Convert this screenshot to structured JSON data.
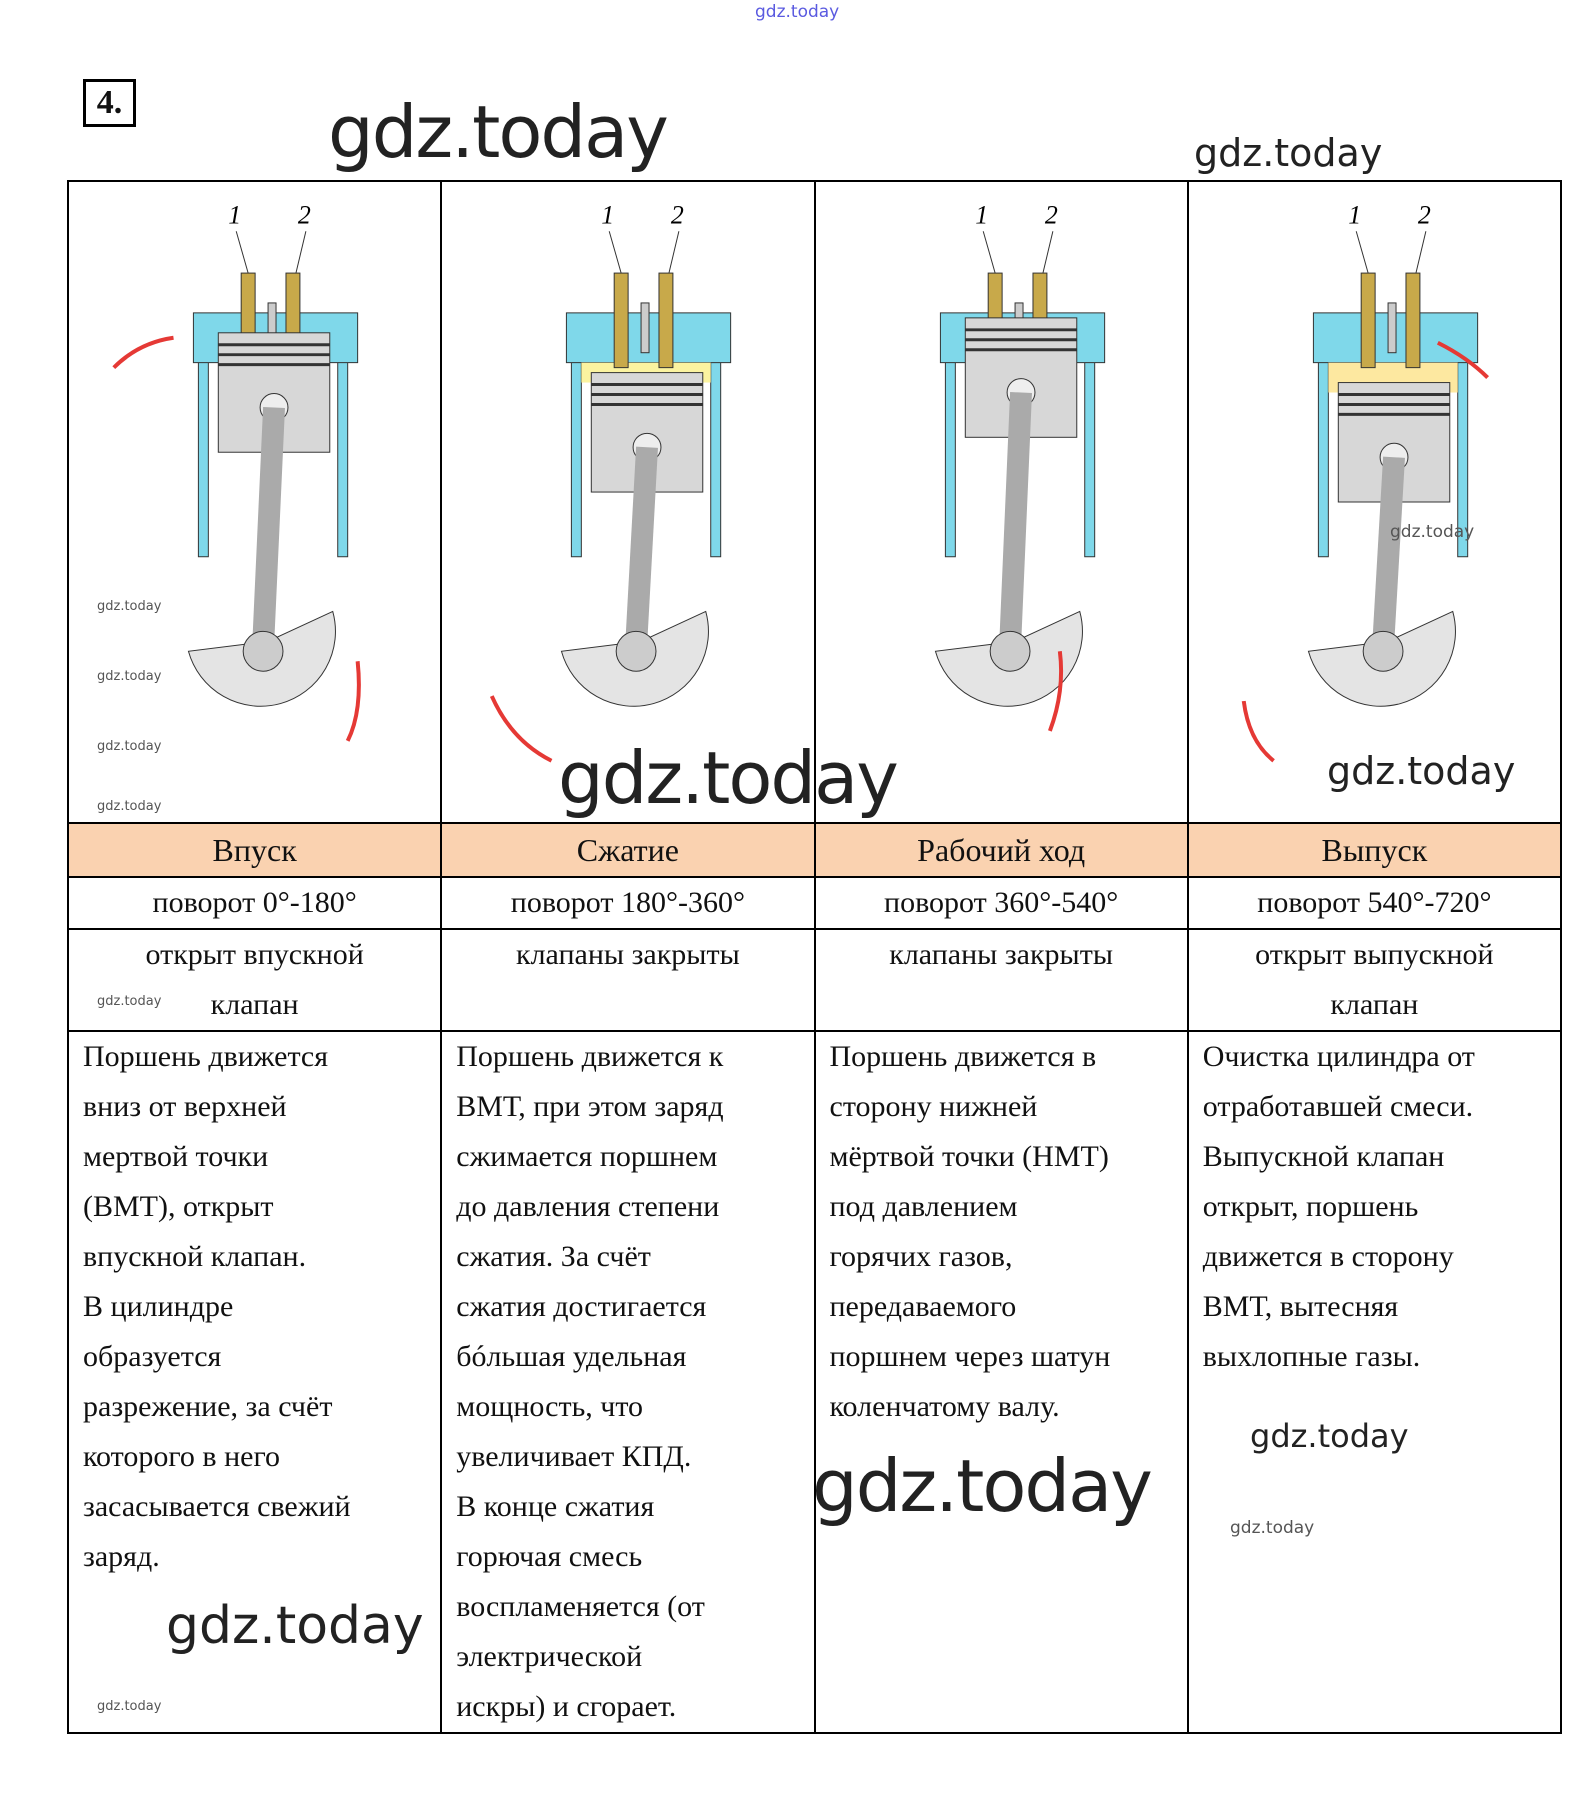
{
  "header": {
    "watermark_top": "gdz.today",
    "task_number": "4."
  },
  "columns": [
    {
      "valve_labels": [
        "1",
        "2"
      ],
      "stroke": "Впуск",
      "rotation": "поворот 0°-180°",
      "valves": [
        "открыт впускной",
        "клапан"
      ],
      "description": [
        "Поршень движется",
        "вниз от верхней",
        "мертвой точки",
        "(ВМТ), открыт",
        "впускной клапан.",
        "В цилиндре",
        "образуется",
        "разрежение, за счёт",
        "которого в него",
        "засасывается свежий",
        "заряд."
      ]
    },
    {
      "valve_labels": [
        "1",
        "2"
      ],
      "stroke": "Сжатие",
      "rotation": "поворот 180°-360°",
      "valves": [
        "клапаны закрыты"
      ],
      "description": [
        "Поршень движется к",
        "ВМТ, при этом заряд",
        "сжимается поршнем",
        "до давления степени",
        "сжатия. За счёт",
        "сжатия достигается",
        "бóльшая удельная",
        "мощность, что",
        "увеличивает КПД.",
        "В конце сжатия",
        "горючая смесь",
        "воспламеняется (от",
        "электрической",
        "искры) и сгорает."
      ]
    },
    {
      "valve_labels": [
        "1",
        "2"
      ],
      "stroke": "Рабочий ход",
      "rotation": "поворот 360°-540°",
      "valves": [
        "клапаны закрыты"
      ],
      "description": [
        "Поршень движется в",
        "сторону нижней",
        "мёртвой точки (НМТ)",
        "под давлением",
        "горячих газов,",
        "передаваемого",
        "поршнем через шатун",
        "коленчатому валу."
      ]
    },
    {
      "valve_labels": [
        "1",
        "2"
      ],
      "stroke": "Выпуск",
      "rotation": "поворот 540°-720°",
      "valves": [
        "открыт выпускной",
        "клапан"
      ],
      "description": [
        "Очистка цилиндра от",
        "отработавшей смеси.",
        "Выпускной клапан",
        "открыт, поршень",
        "движется в сторону",
        "ВМТ, вытесняя",
        "выхлопные газы."
      ]
    }
  ],
  "watermarks": {
    "text": "gdz.today"
  },
  "colors": {
    "header_bg": "#fad2b0",
    "cylinder": "#7fd8ea",
    "intake_mix": "#f2ea3a",
    "compressed": "#fbf3a0",
    "combustion": "#f03a2a",
    "exhaust": "#fde8a0",
    "arrow": "#e53935"
  }
}
